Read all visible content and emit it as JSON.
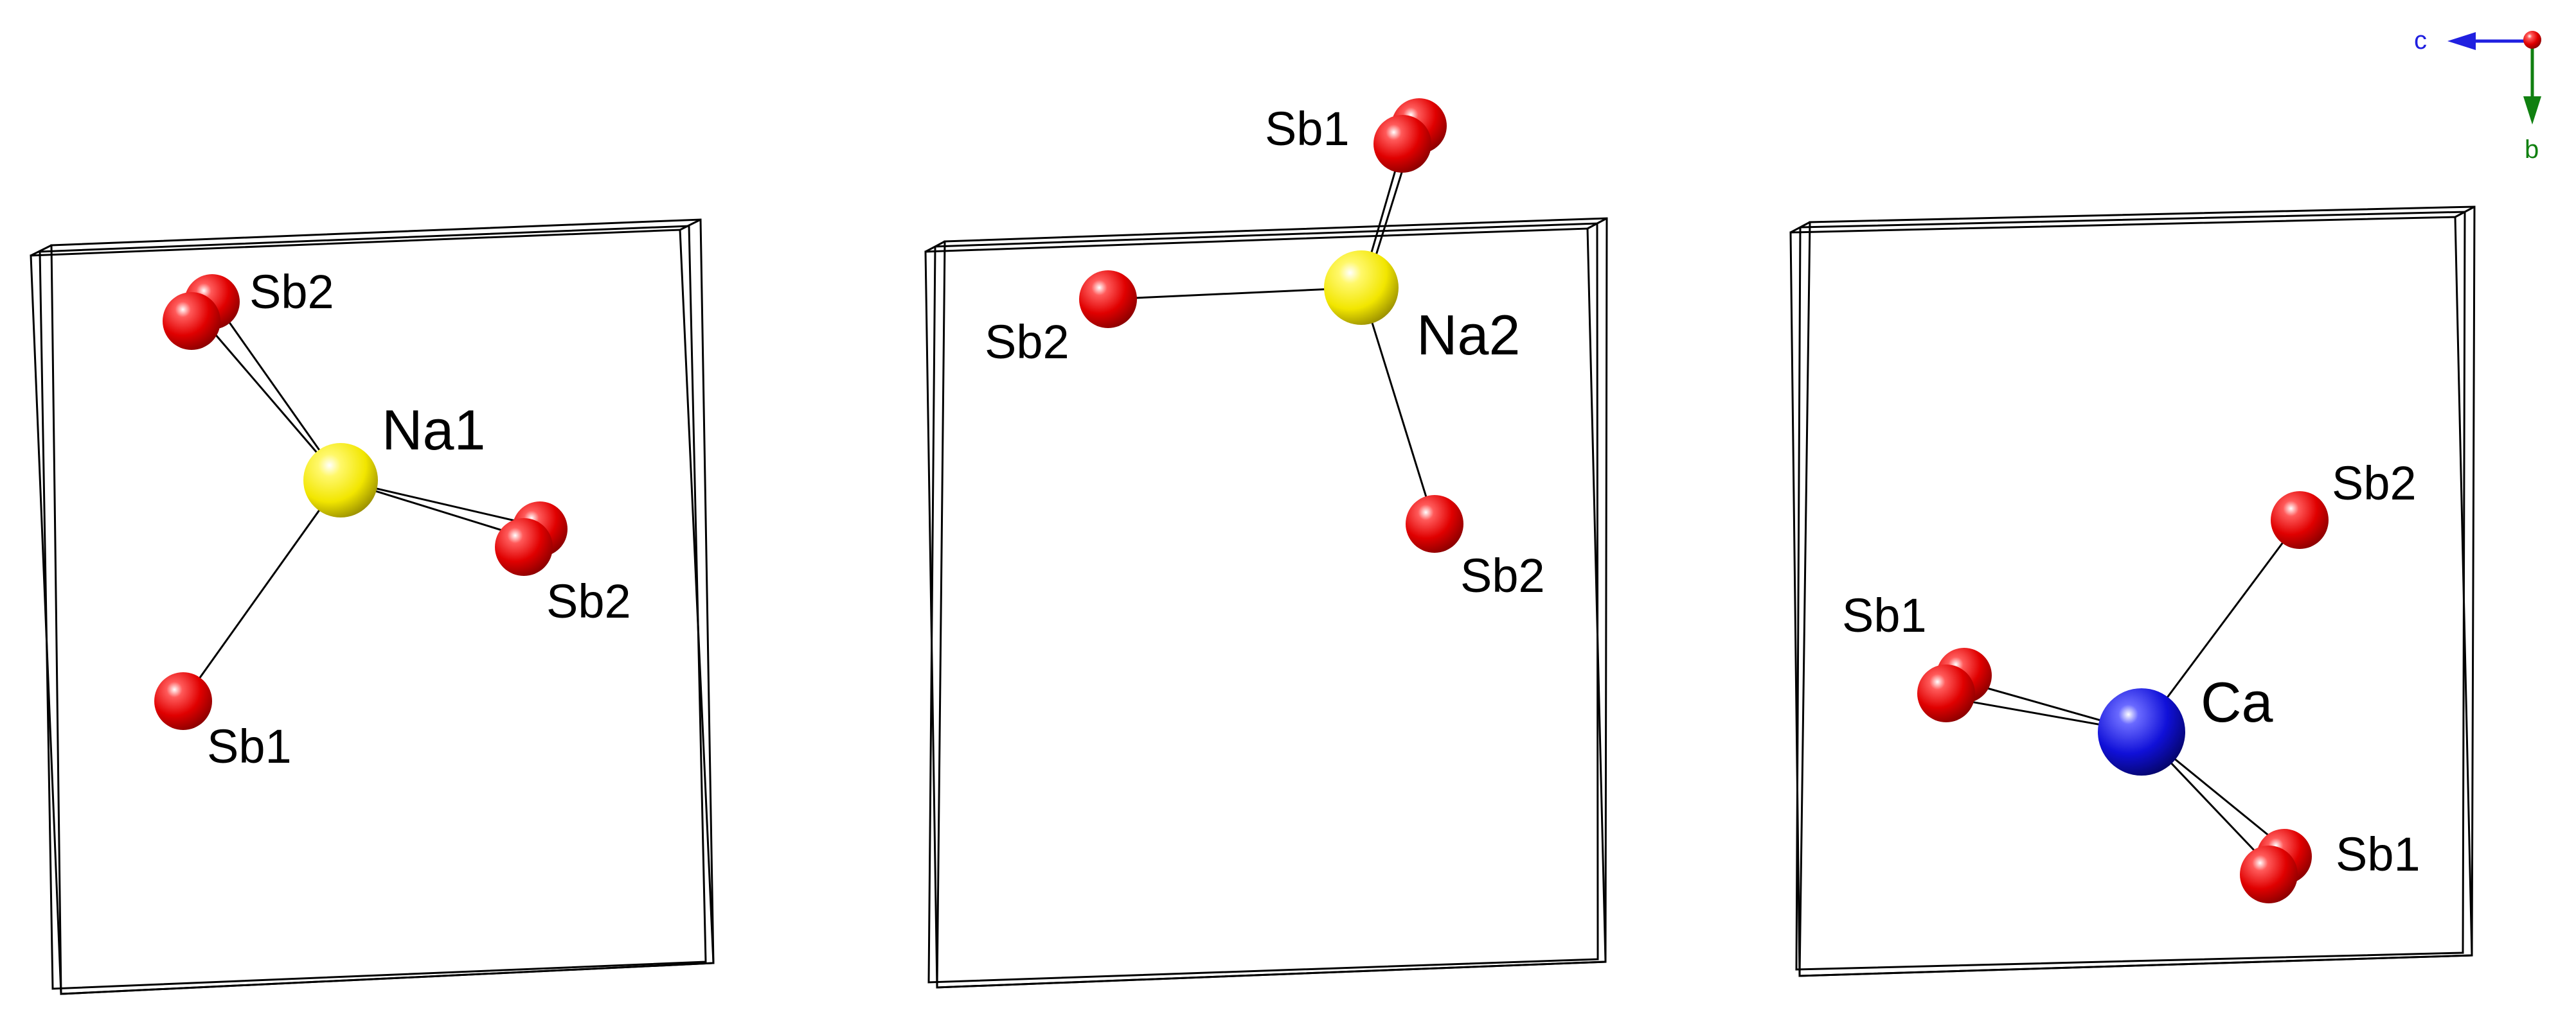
{
  "colors": {
    "background": "#ffffff",
    "sb": "#e00000",
    "na": "#f2e600",
    "ca": "#1010d8",
    "axis_c": "#2020e0",
    "axis_b": "#108010",
    "axis_origin": "#e00000"
  },
  "panels": [
    {
      "id": "na1",
      "atoms": [
        {
          "element": "Na",
          "label": "Na1",
          "center": true
        },
        {
          "element": "Sb",
          "label": "Sb2"
        },
        {
          "element": "Sb",
          "label": "Sb2"
        },
        {
          "element": "Sb",
          "label": "Sb1"
        }
      ]
    },
    {
      "id": "na2",
      "atoms": [
        {
          "element": "Na",
          "label": "Na2",
          "center": true
        },
        {
          "element": "Sb",
          "label": "Sb1"
        },
        {
          "element": "Sb",
          "label": "Sb2"
        },
        {
          "element": "Sb",
          "label": "Sb2"
        }
      ]
    },
    {
      "id": "ca",
      "atoms": [
        {
          "element": "Ca",
          "label": "Ca",
          "center": true
        },
        {
          "element": "Sb",
          "label": "Sb2"
        },
        {
          "element": "Sb",
          "label": "Sb1"
        },
        {
          "element": "Sb",
          "label": "Sb1"
        }
      ]
    }
  ],
  "axes": {
    "horizontal": "c",
    "vertical": "b"
  }
}
